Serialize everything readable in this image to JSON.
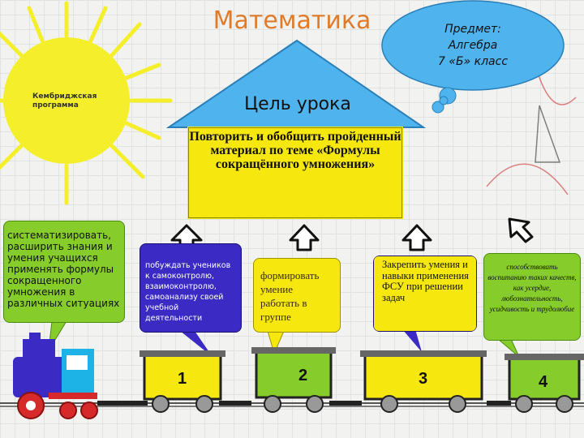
{
  "title": "Математика",
  "sun": {
    "label": "Кембриджская программа"
  },
  "cloud": {
    "line1": "Предмет:",
    "line2": "Алгебра",
    "line3": "7 «Б» класс"
  },
  "roof": {
    "label": "Цель урока"
  },
  "goal": {
    "text": "Повторить и обобщить пройденный материал по теме «Формулы сокращённого умножения»"
  },
  "tasks": [
    {
      "text": "систематизировать, расширить знания и умения учащихся применять формулы сокращенного умножения в различных ситуациях"
    },
    {
      "text": "побуждать учеников к самоконтролю, взаимоконтролю, самоанализу своей учебной деятельности"
    },
    {
      "text": "формировать умение работать в группе"
    },
    {
      "text": "Закрепить умения и навыки применения ФСУ при решении задач"
    },
    {
      "text": "способствовать воспитанию таких качеств, как усердие, любознательность, усидчивость и трудолюбие"
    }
  ],
  "wagons": [
    "1",
    "2",
    "3",
    "4"
  ],
  "colors": {
    "title": "#e07b2a",
    "sun": "#f5ee2a",
    "goal": "#f6e80e",
    "blue": "#3b2bc4",
    "green": "#86cc2a",
    "cloud": "#4fb3ee"
  }
}
